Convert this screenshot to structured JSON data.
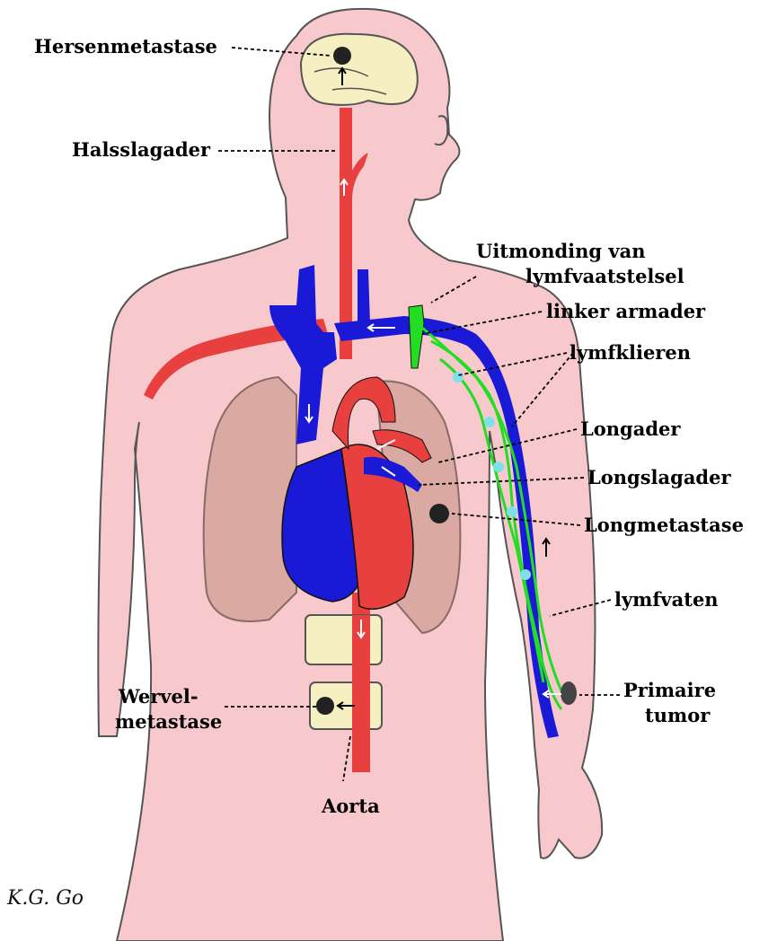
{
  "labels": {
    "hersenmetastase": "Hersenmetastase",
    "halsslagader": "Halsslagader",
    "uitmonding_line1": "Uitmonding van",
    "uitmonding_line2": "lymfvaatstelsel",
    "linker_armader": "linker armader",
    "lymfklieren": "lymfklieren",
    "longader": "Longader",
    "longslagader": "Longslagader",
    "longmetastase": "Longmetastase",
    "lymfvaten": "lymfvaten",
    "primaire_line1": "Primaire",
    "primaire_line2": "tumor",
    "wervel_line1": "Wervel-",
    "wervel_line2": "metastase",
    "aorta": "Aorta"
  },
  "signature": "K.G. Go",
  "colors": {
    "skin": "#f7c9cc",
    "outline": "#555555",
    "artery": "#e8403f",
    "vein": "#1a1ad6",
    "lymph": "#22dd22",
    "lymph_node": "#7fe0e8",
    "lung": "#d9a9a2",
    "brain": "#f5efc2",
    "bone": "#f5efc2",
    "tumor": "#222222"
  }
}
